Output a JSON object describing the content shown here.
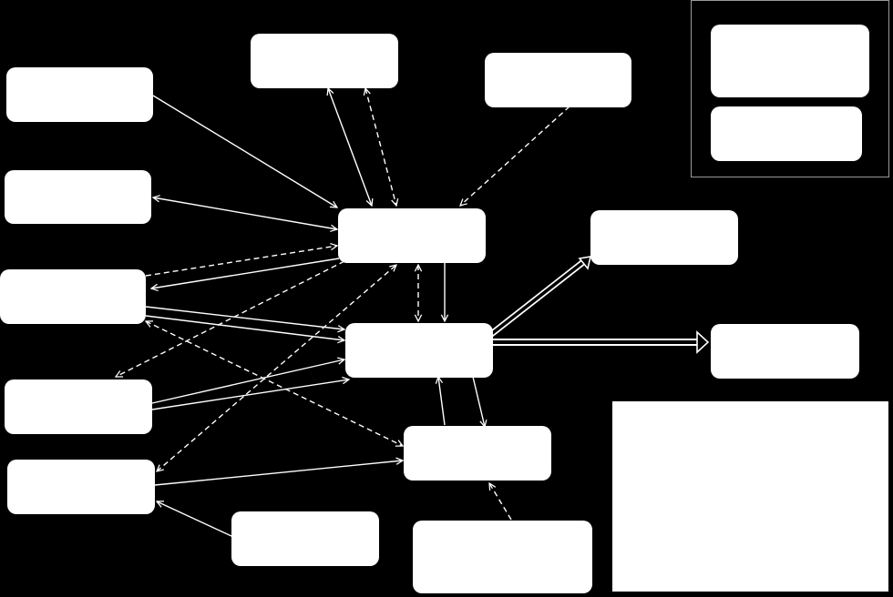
{
  "diagram": {
    "background": "#000000",
    "node_color": "#ffffff",
    "edge_color": "#ffffff",
    "legend_border_color": "#9a9a9a",
    "nodes": [
      {
        "id": "n-left-1",
        "label": ""
      },
      {
        "id": "n-left-2",
        "label": ""
      },
      {
        "id": "n-left-3",
        "label": ""
      },
      {
        "id": "n-left-4",
        "label": ""
      },
      {
        "id": "n-left-5",
        "label": ""
      },
      {
        "id": "n-top",
        "label": ""
      },
      {
        "id": "n-top-right",
        "label": ""
      },
      {
        "id": "n-center-upper",
        "label": ""
      },
      {
        "id": "n-center-lower",
        "label": ""
      },
      {
        "id": "n-bottom-center",
        "label": ""
      },
      {
        "id": "n-bottom-small",
        "label": ""
      },
      {
        "id": "n-bottom-large",
        "label": ""
      },
      {
        "id": "n-right-upper",
        "label": ""
      },
      {
        "id": "n-right-lower",
        "label": ""
      },
      {
        "id": "legend-1",
        "label": ""
      },
      {
        "id": "legend-2",
        "label": ""
      }
    ],
    "edges": [
      {
        "from": "n-left-1",
        "to": "n-center-upper",
        "style": "solid",
        "dir": "forward"
      },
      {
        "from": "n-left-2",
        "to": "n-center-upper",
        "style": "solid",
        "dir": "both"
      },
      {
        "from": "n-left-3",
        "to": "n-center-upper",
        "style": "dashed",
        "dir": "forward"
      },
      {
        "from": "n-center-upper",
        "to": "n-left-3",
        "style": "solid",
        "dir": "forward"
      },
      {
        "from": "n-left-3",
        "to": "n-center-lower",
        "style": "solid",
        "dir": "forward"
      },
      {
        "from": "n-left-3",
        "to": "n-center-lower",
        "style": "solid",
        "dir": "forward"
      },
      {
        "from": "n-left-3",
        "to": "n-bottom-center",
        "style": "dashed",
        "dir": "both"
      },
      {
        "from": "n-left-4",
        "to": "n-center-lower",
        "style": "solid",
        "dir": "forward"
      },
      {
        "from": "n-left-4",
        "to": "n-center-lower",
        "style": "solid",
        "dir": "forward"
      },
      {
        "from": "n-center-upper",
        "to": "n-left-4",
        "style": "dashed",
        "dir": "forward"
      },
      {
        "from": "n-left-5",
        "to": "n-center-upper",
        "style": "dashed",
        "dir": "both"
      },
      {
        "from": "n-left-5",
        "to": "n-bottom-center",
        "style": "solid",
        "dir": "forward"
      },
      {
        "from": "n-bottom-small",
        "to": "n-left-5",
        "style": "solid",
        "dir": "forward"
      },
      {
        "from": "n-top",
        "to": "n-center-upper",
        "style": "solid",
        "dir": "both"
      },
      {
        "from": "n-top",
        "to": "n-center-upper",
        "style": "dashed",
        "dir": "both"
      },
      {
        "from": "n-top-right",
        "to": "n-center-upper",
        "style": "dashed",
        "dir": "forward"
      },
      {
        "from": "n-center-upper",
        "to": "n-center-lower",
        "style": "dashed",
        "dir": "both"
      },
      {
        "from": "n-center-upper",
        "to": "n-center-lower",
        "style": "solid",
        "dir": "forward"
      },
      {
        "from": "n-center-lower",
        "to": "n-right-upper",
        "style": "double",
        "dir": "forward"
      },
      {
        "from": "n-center-lower",
        "to": "n-right-lower",
        "style": "double",
        "dir": "forward"
      },
      {
        "from": "n-bottom-center",
        "to": "n-center-lower",
        "style": "solid",
        "dir": "forward"
      },
      {
        "from": "n-center-lower",
        "to": "n-bottom-center",
        "style": "solid",
        "dir": "forward"
      },
      {
        "from": "n-bottom-large",
        "to": "n-bottom-center",
        "style": "dashed",
        "dir": "forward"
      }
    ]
  }
}
